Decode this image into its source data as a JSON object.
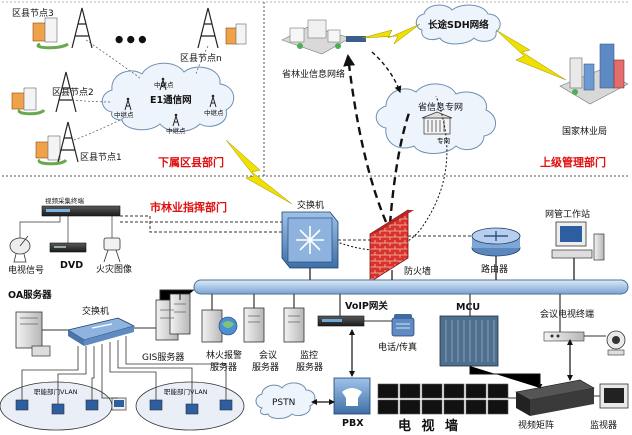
{
  "colors": {
    "accent_red": "#e01010",
    "lightning": "#f0e000",
    "backbone": "#b9d3ef",
    "backbone_edge": "#4a6f9a",
    "cloud_fill": "#eef4fb",
    "cloud_edge": "#6f8fb4",
    "firewall": "#d8322b"
  },
  "sections": {
    "county": "下属区县部门",
    "upper": "上级管理部门",
    "city": "市林业指挥部门"
  },
  "county_nodes": {
    "node3": "区县节点3",
    "node_n": "区县节点n",
    "node2": "区县节点2",
    "node1": "区县节点1",
    "e1_network": "E1通信网",
    "relay": "中继点",
    "ellipsis": "● ● ●"
  },
  "upper": {
    "provincial_network": "省林业信息网络",
    "sdh_network": "长途SDH网络",
    "info_private_net": "省信息专网",
    "private_net": "专网",
    "national_bureau": "国家林业局"
  },
  "city": {
    "video_terminal": "视频采集终端",
    "tv_signal": "电视信号",
    "dvd": "DVD",
    "fire_image": "火灾图像",
    "switch_top": "交换机",
    "firewall": "防火墙",
    "router": "路由器",
    "nms_station": "网管工作站",
    "oa_server": "OA服务器",
    "switch_left": "交换机",
    "gis_server": "GIS服务器",
    "fire_alarm_server": "林火报警\n服务器",
    "meeting_server": "会议\n服务器",
    "monitor_server": "监控\n服务器",
    "voip_gateway": "VoIP网关",
    "phone_fax": "电话/传真",
    "mcu": "MCU",
    "conf_terminal": "会议电视终端",
    "pstn": "PSTN",
    "pbx": "PBX",
    "tv_wall": "电  视  墙",
    "video_matrix": "视频矩阵",
    "monitor": "监视器",
    "vlan1": "职能部门VLAN",
    "vlan2": "职能部门VLAN"
  }
}
